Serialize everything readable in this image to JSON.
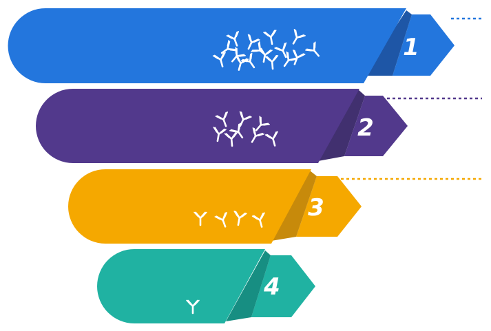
{
  "funnel": {
    "stages": [
      {
        "number": "1",
        "color": "#2376DD",
        "shade": "#1E56A6",
        "antibody_count": 16
      },
      {
        "number": "2",
        "color": "#52398C",
        "shade": "#41306F",
        "antibody_count": 8
      },
      {
        "number": "3",
        "color": "#F5A800",
        "shade": "#C78A0B",
        "antibody_count": 4
      },
      {
        "number": "4",
        "color": "#20B2A2",
        "shade": "#178E82",
        "antibody_count": 1
      }
    ],
    "icon": "antibody-icon"
  }
}
